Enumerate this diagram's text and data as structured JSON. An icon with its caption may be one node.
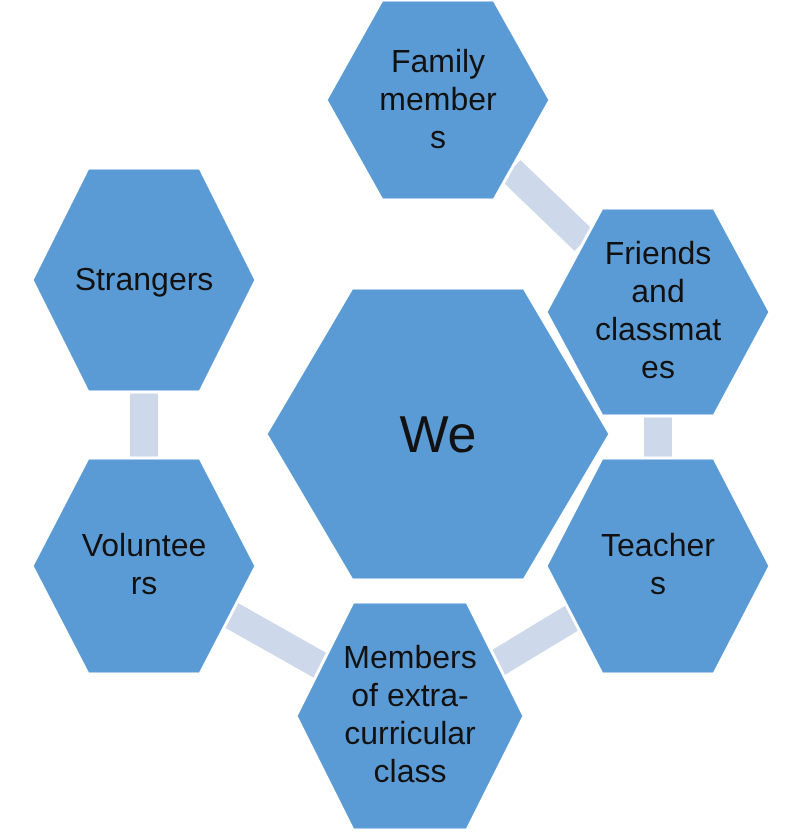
{
  "diagram": {
    "nodes": [
      {
        "text": [
          "Family members"
        ]
      },
      {
        "text": [
          "Friends and classmates"
        ]
      },
      {
        "text": [
          "Strangers"
        ]
      },
      {
        "text": [
          "We"
        ]
      },
      {
        "text": [
          "Volunteers"
        ]
      },
      {
        "text": [
          "Teachers"
        ]
      },
      {
        "text": [
          "Members of extra-curricular class"
        ]
      }
    ],
    "edges": [
      {
        "from": 0,
        "to": 1,
        "arrow": "none"
      },
      {
        "from": 1,
        "to": 5,
        "arrow": "none"
      },
      {
        "from": 5,
        "to": 6,
        "arrow": "none"
      },
      {
        "from": 6,
        "to": 4,
        "arrow": "none"
      },
      {
        "from": 4,
        "to": 2,
        "arrow": "none"
      }
    ]
  }
}
